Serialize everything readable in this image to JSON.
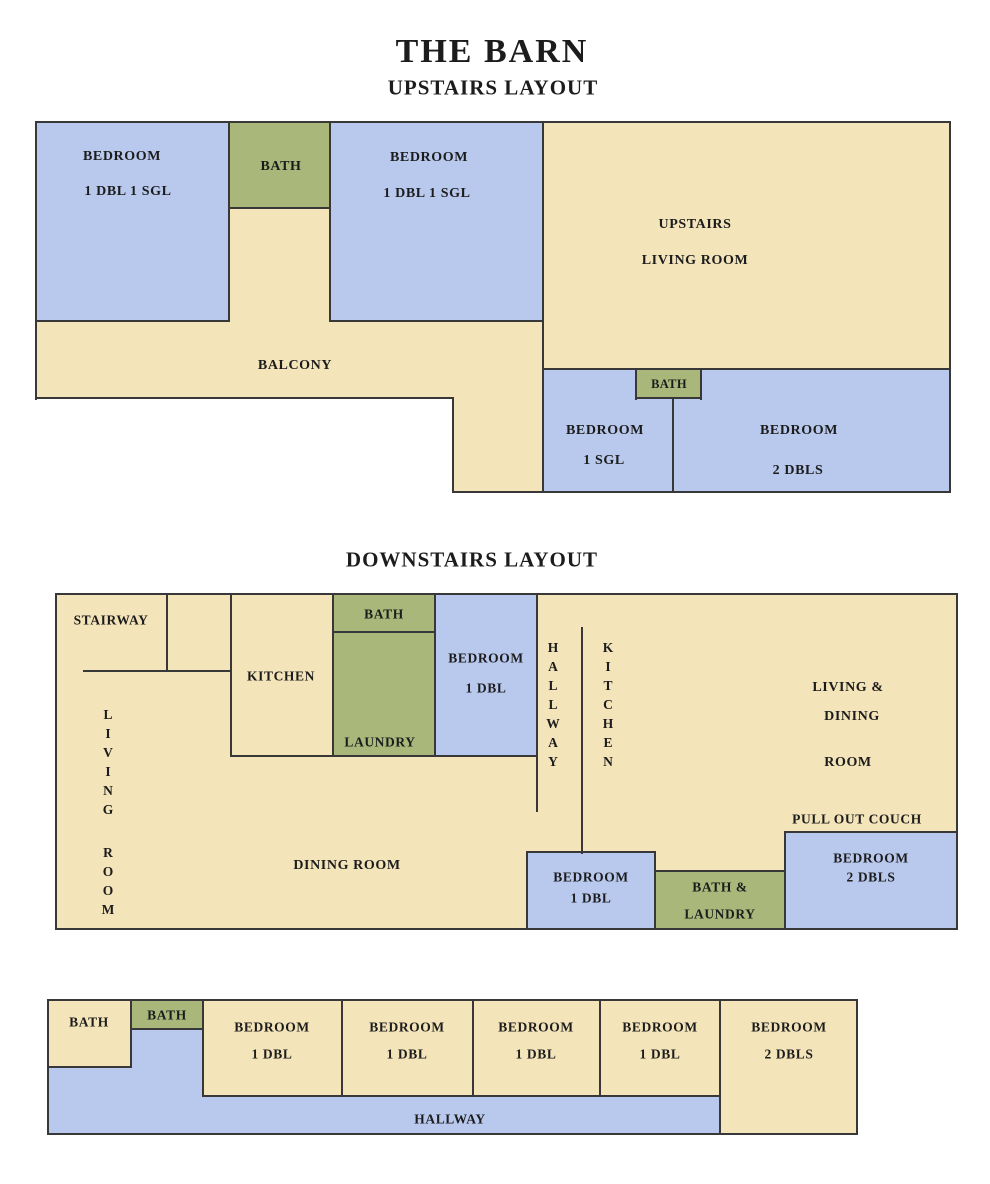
{
  "page": {
    "title": "THE BARN",
    "upstairs_heading": "UPSTAIRS LAYOUT",
    "downstairs_heading": "DOWNSTAIRS LAYOUT"
  },
  "colors": {
    "tan": "#f3e4ba",
    "blue": "#b9c9ee",
    "green": "#a9b77b",
    "wall": "#383838",
    "text": "#1c1c1c",
    "background": "#ffffff"
  },
  "upstairs": {
    "bedroom_nw": {
      "name": "BEDROOM",
      "beds": "1 DBL 1 SGL"
    },
    "bath_nw": "BATH",
    "bedroom_n": {
      "name": "BEDROOM",
      "beds": "1 DBL 1 SGL"
    },
    "living_room": {
      "line1": "UPSTAIRS",
      "line2": "LIVING ROOM"
    },
    "balcony": "BALCONY",
    "bath_s": "BATH",
    "bedroom_s": {
      "name": "BEDROOM",
      "beds": "1 SGL"
    },
    "bedroom_se": {
      "name": "BEDROOM",
      "beds": "2 DBLS"
    }
  },
  "downstairs": {
    "stairway": "STAIRWAY",
    "kitchen": "KITCHEN",
    "bath": "BATH",
    "laundry": "LAUNDRY",
    "bedroom_mid": {
      "name": "BEDROOM",
      "beds": "1 DBL"
    },
    "hallway_vertical": "HALLWAY",
    "kitchen_vertical": "KITCHEN",
    "living_vertical": "LIVING",
    "room_vertical": "ROOM",
    "living_dining": {
      "line1": "LIVING &",
      "line2": "DINING",
      "line3": "ROOM"
    },
    "pull_out_couch": "PULL OUT COUCH",
    "dining_room": "DINING ROOM",
    "bedroom_s": {
      "name": "BEDROOM",
      "beds": "1 DBL"
    },
    "bath_laundry": {
      "line1": "BATH &",
      "line2": "LAUNDRY"
    },
    "bedroom_se": {
      "name": "BEDROOM",
      "beds": "2 DBLS"
    }
  },
  "annex": {
    "bath_outer": "BATH",
    "bath_inner": "BATH",
    "bedrooms": [
      {
        "name": "BEDROOM",
        "beds": "1 DBL"
      },
      {
        "name": "BEDROOM",
        "beds": "1 DBL"
      },
      {
        "name": "BEDROOM",
        "beds": "1 DBL"
      },
      {
        "name": "BEDROOM",
        "beds": "1 DBL"
      },
      {
        "name": "BEDROOM",
        "beds": "2 DBLS"
      }
    ],
    "hallway": "HALLWAY"
  }
}
